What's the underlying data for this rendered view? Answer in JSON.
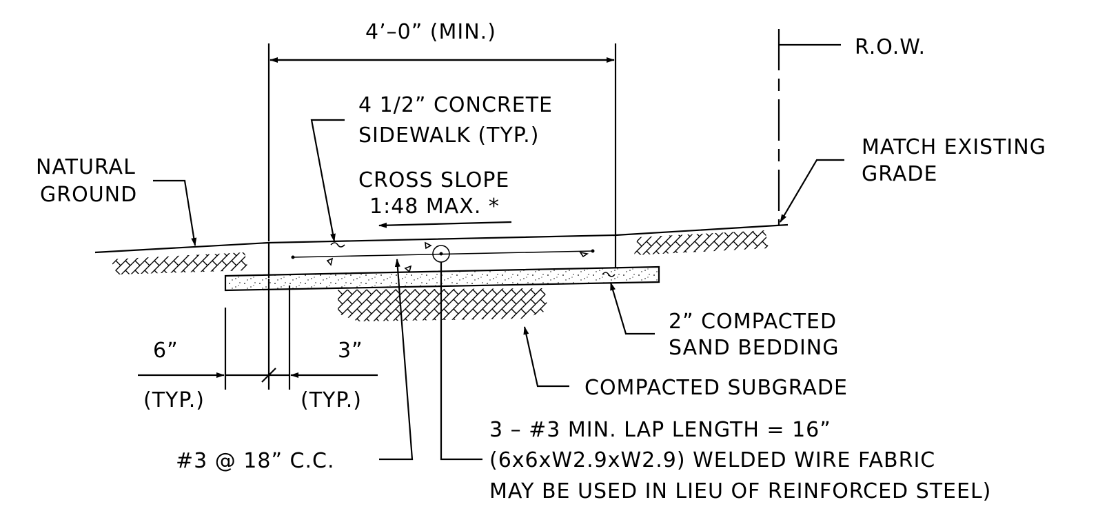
{
  "labels": {
    "width_dim": "4’–0” (MIN.)",
    "row": "R.O.W.",
    "concrete_line1": "4 1/2” CONCRETE",
    "concrete_line2": "SIDEWALK (TYP.)",
    "natural_line1": "NATURAL",
    "natural_line2": "GROUND",
    "slope_line1": "CROSS SLOPE",
    "slope_line2": "1:48 MAX. *",
    "match_line1": "MATCH EXISTING",
    "match_line2": "GRADE",
    "sand_line1": "2” COMPACTED",
    "sand_line2": "SAND BEDDING",
    "subgrade": "COMPACTED SUBGRADE",
    "dim_6": "6”",
    "dim_6_typ": "(TYP.)",
    "dim_3": "3”",
    "dim_3_typ": "(TYP.)",
    "rebar": "#3 @ 18” C.C.",
    "lap_line1": "3 – #3 MIN. LAP LENGTH = 16”",
    "lap_line2": "(6x6xW2.9xW2.9) WELDED WIRE FABRIC",
    "lap_line3": "MAY BE USED IN LIEU OF REINFORCED STEEL)"
  }
}
